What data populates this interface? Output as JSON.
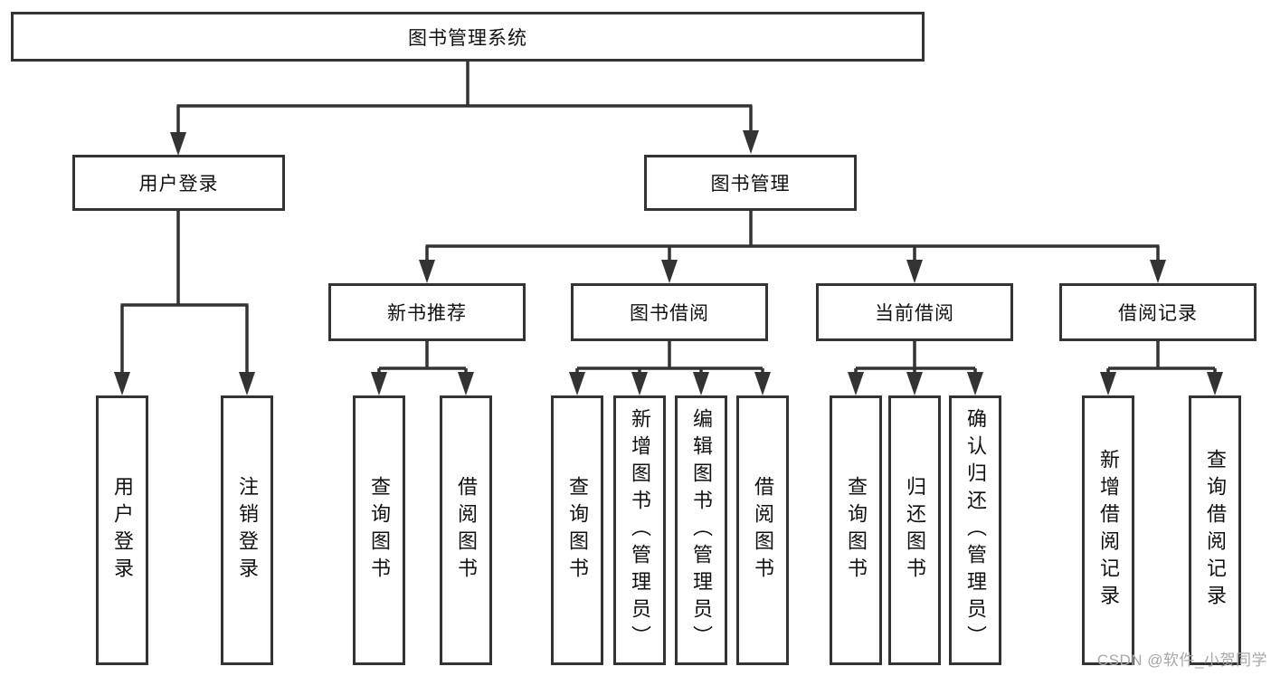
{
  "colors": {
    "line": "#333333",
    "box_border": "#333333",
    "text": "#111111",
    "background": "#ffffff",
    "watermark": "#a7a7a7"
  },
  "tree": {
    "label": "图书管理系统",
    "children": [
      {
        "label": "用户登录",
        "children": [
          {
            "label": "用户登录"
          },
          {
            "label": "注销登录"
          }
        ]
      },
      {
        "label": "图书管理",
        "children": [
          {
            "label": "新书推荐",
            "children": [
              {
                "label": "查询图书"
              },
              {
                "label": "借阅图书"
              }
            ]
          },
          {
            "label": "图书借阅",
            "children": [
              {
                "label": "查询图书"
              },
              {
                "label": "新增图书（管理员）"
              },
              {
                "label": "编辑图书（管理员）"
              },
              {
                "label": "借阅图书"
              }
            ]
          },
          {
            "label": "当前借阅",
            "children": [
              {
                "label": "查询图书"
              },
              {
                "label": "归还图书"
              },
              {
                "label": "确认归还（管理员）"
              }
            ]
          },
          {
            "label": "借阅记录",
            "children": [
              {
                "label": "新增借阅记录"
              },
              {
                "label": "查询借阅记录"
              }
            ]
          }
        ]
      }
    ]
  },
  "watermark": {
    "text": "CSDN @软件_小贺同学"
  }
}
